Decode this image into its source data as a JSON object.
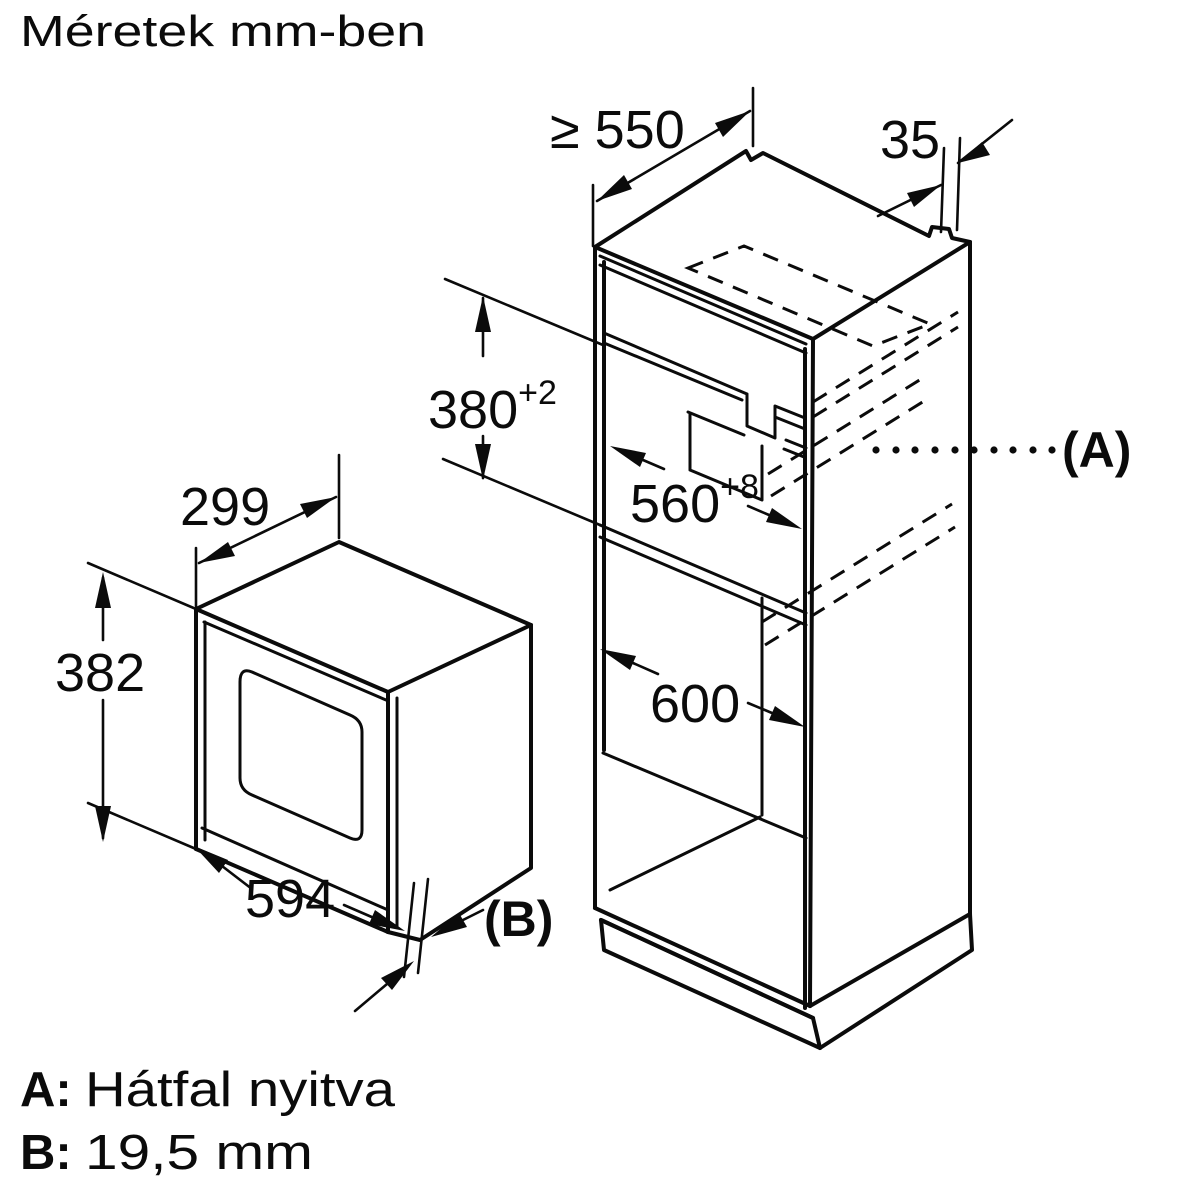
{
  "title": "Méretek mm-ben",
  "dimensions": {
    "min_depth": {
      "label": "≥ 550"
    },
    "panel_thickness": {
      "label": "35"
    },
    "niche_height": {
      "value": "380",
      "tolerance": "+2"
    },
    "niche_width": {
      "value": "560",
      "tolerance": "+8"
    },
    "lower_niche_height": {
      "label": "600"
    },
    "oven_depth": {
      "label": "299"
    },
    "oven_height": {
      "label": "382"
    },
    "oven_width": {
      "label": "594"
    }
  },
  "markers": {
    "back_panel": "(A)",
    "door_gap": "(B)"
  },
  "legend": {
    "a_key": "A:",
    "a_text": "Hátfal nyitva",
    "b_key": "B:",
    "b_text": "19,5 mm"
  },
  "colors": {
    "line": "#0b0b0b",
    "background": "#ffffff"
  }
}
